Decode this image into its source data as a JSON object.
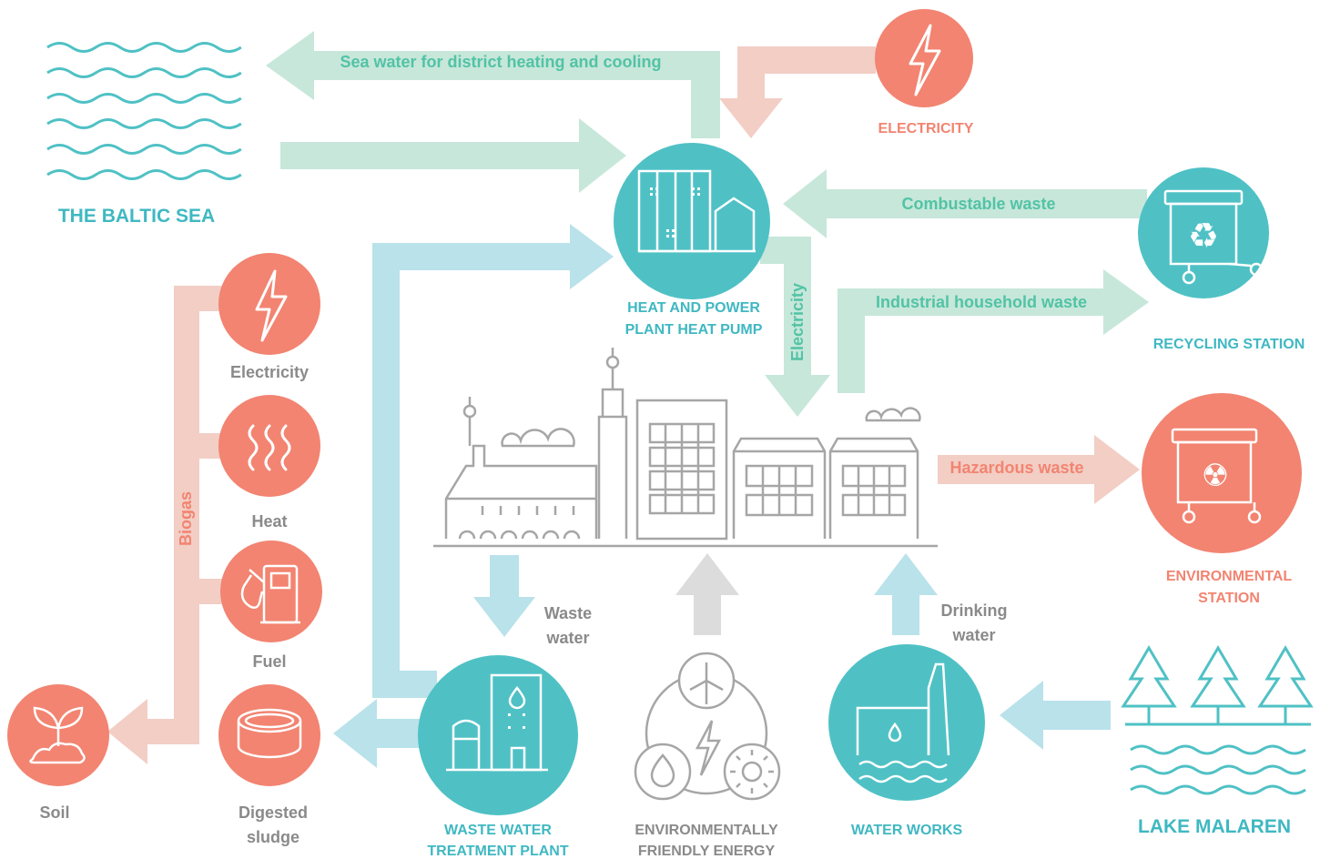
{
  "colors": {
    "teal": "#4fc1c5",
    "teal_text": "#3fb8c2",
    "salmon": "#f28471",
    "mint_arrow": "#c7e7da",
    "mint_text": "#52c3a5",
    "blue_arrow": "#b9e2ea",
    "pink_arrow": "#f2cec5",
    "grey_arrow": "#dcdcdc",
    "line_grey": "#a6a6a6"
  },
  "places": {
    "baltic_sea": "THE BALTIC SEA",
    "lake_malaren": "LAKE MALAREN"
  },
  "nodes": {
    "chp": [
      "HEAT AND POWER",
      "PLANT HEAT PUMP"
    ],
    "electricity": "ELECTRICITY",
    "recycling": "RECYCLING STATION",
    "environmental": [
      "ENVIRONMENTAL",
      "STATION"
    ],
    "wwtp": [
      "WASTE WATER",
      "TREATMENT PLANT"
    ],
    "green_energy": [
      "ENVIRONMENTALLY",
      "FRIENDLY ENERGY"
    ],
    "water_works": "WATER WORKS"
  },
  "biogas": {
    "label": "Biogas",
    "outputs": [
      "Electricity",
      "Heat",
      "Fuel"
    ],
    "digested": [
      "Digested",
      "sludge"
    ],
    "soil": "Soil"
  },
  "flows": {
    "sea_water": "Sea water for district heating and cooling",
    "combustible": "Combustable  waste",
    "industrial": "Industrial household waste",
    "electricity_down": "Electricity",
    "hazardous": "Hazardous waste",
    "waste_water": [
      "Waste",
      "water"
    ],
    "drinking_water": [
      "Drinking",
      "water"
    ]
  }
}
